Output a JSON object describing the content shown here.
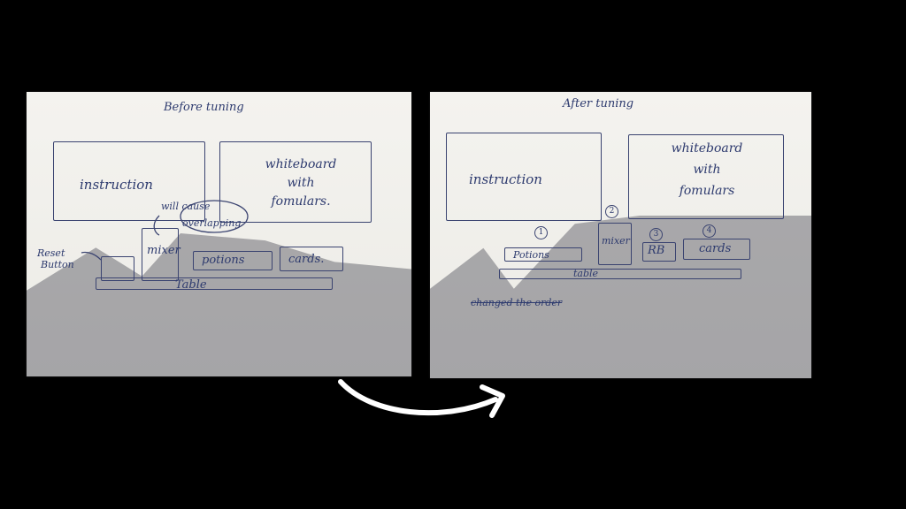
{
  "before": {
    "title": "Before tuning",
    "instruction": "instruction",
    "whiteboard": [
      "whiteboard",
      "with",
      "fomulars."
    ],
    "note": [
      "will cause",
      "overlapping"
    ],
    "reset_label": [
      "Reset",
      "Button"
    ],
    "mixer": "mixer",
    "potions": "potions",
    "cards": "cards.",
    "table": "Table"
  },
  "after": {
    "title": "After tuning",
    "instruction": "instruction",
    "whiteboard": [
      "whiteboard",
      "with",
      "fomulars"
    ],
    "mixer": "mixer",
    "potions": "Potions",
    "rb": "RB",
    "cards": "cards",
    "table": "table",
    "order_note": "changed the order",
    "order_marks": [
      "1",
      "2",
      "3",
      "4"
    ]
  },
  "arrow": {
    "color": "#ffffff"
  }
}
